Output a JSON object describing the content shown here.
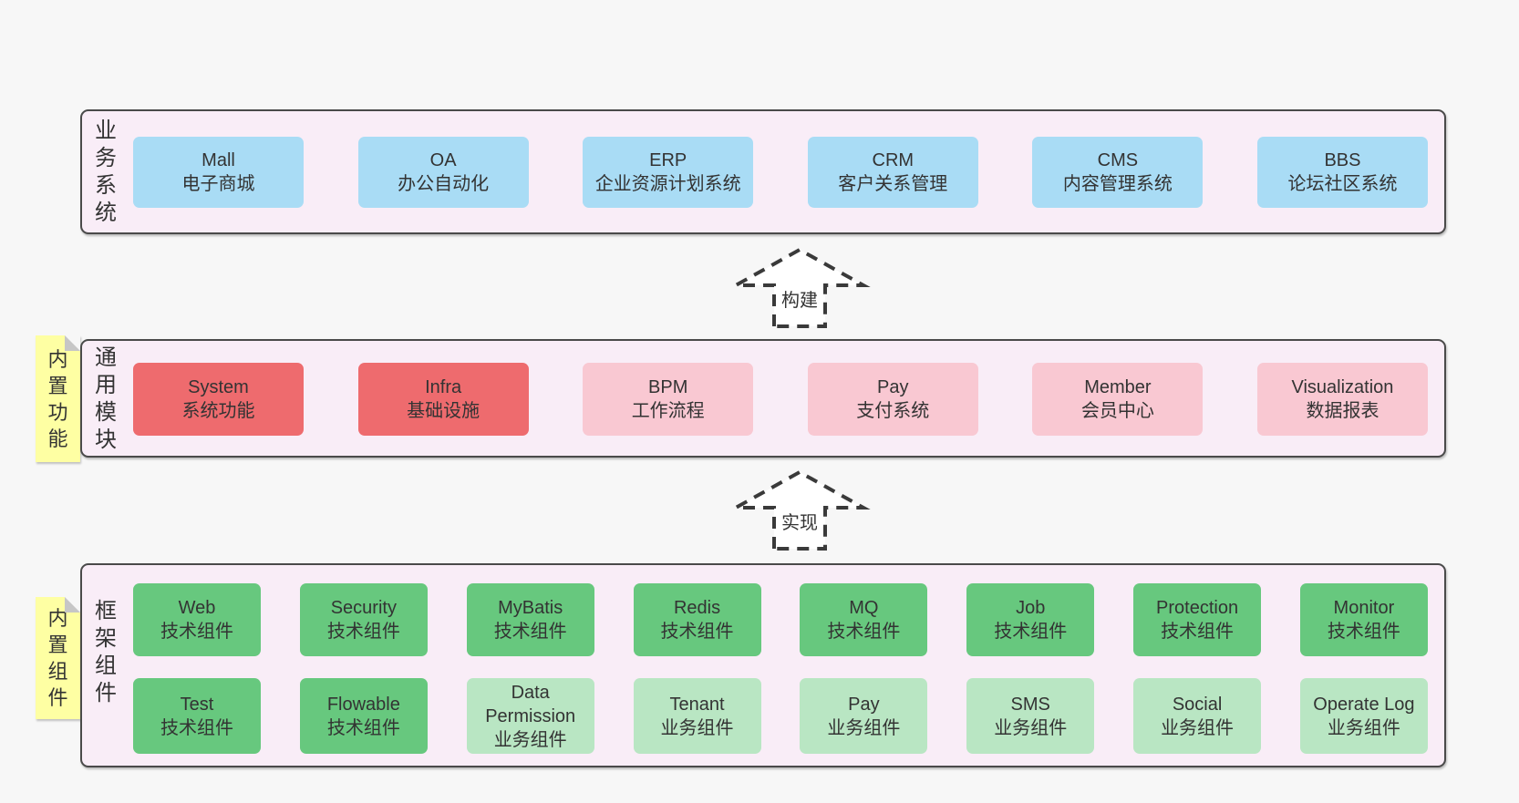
{
  "page": {
    "background": "#f7f7f7",
    "text_color": "#333333"
  },
  "colors": {
    "panel_fill": "#f9edf7",
    "panel_border": "#4a4a4a",
    "business_box": "#a9dcf5",
    "module_core_box": "#ee6b6e",
    "module_optional_box": "#f9c8d2",
    "tech_component_box": "#67c87e",
    "biz_component_box": "#b9e6c3",
    "sticky_note": "#feffa3",
    "arrow_stroke": "#3a3a3a"
  },
  "arrows": [
    {
      "label": "构建"
    },
    {
      "label": "实现"
    }
  ],
  "layers": {
    "business": {
      "label": "业务系统",
      "boxes": [
        {
          "title": "Mall",
          "subtitle": "电子商城",
          "variant": "blue"
        },
        {
          "title": "OA",
          "subtitle": "办公自动化",
          "variant": "blue"
        },
        {
          "title": "ERP",
          "subtitle": "企业资源计划系统",
          "variant": "blue"
        },
        {
          "title": "CRM",
          "subtitle": "客户关系管理",
          "variant": "blue"
        },
        {
          "title": "CMS",
          "subtitle": "内容管理系统",
          "variant": "blue"
        },
        {
          "title": "BBS",
          "subtitle": "论坛社区系统",
          "variant": "blue"
        }
      ]
    },
    "modules": {
      "label": "通用模块",
      "note": "内置功能",
      "boxes": [
        {
          "title": "System",
          "subtitle": "系统功能",
          "variant": "red"
        },
        {
          "title": "Infra",
          "subtitle": "基础设施",
          "variant": "red"
        },
        {
          "title": "BPM",
          "subtitle": "工作流程",
          "variant": "pink"
        },
        {
          "title": "Pay",
          "subtitle": "支付系统",
          "variant": "pink"
        },
        {
          "title": "Member",
          "subtitle": "会员中心",
          "variant": "pink"
        },
        {
          "title": "Visualization",
          "subtitle": "数据报表",
          "variant": "pink"
        }
      ]
    },
    "framework": {
      "label": "框架组件",
      "note": "内置组件",
      "row1": [
        {
          "title": "Web",
          "subtitle": "技术组件",
          "variant": "green"
        },
        {
          "title": "Security",
          "subtitle": "技术组件",
          "variant": "green"
        },
        {
          "title": "MyBatis",
          "subtitle": "技术组件",
          "variant": "green"
        },
        {
          "title": "Redis",
          "subtitle": "技术组件",
          "variant": "green"
        },
        {
          "title": "MQ",
          "subtitle": "技术组件",
          "variant": "green"
        },
        {
          "title": "Job",
          "subtitle": "技术组件",
          "variant": "green"
        },
        {
          "title": "Protection",
          "subtitle": "技术组件",
          "variant": "green"
        },
        {
          "title": "Monitor",
          "subtitle": "技术组件",
          "variant": "green"
        }
      ],
      "row2": [
        {
          "title": "Test",
          "subtitle": "技术组件",
          "variant": "green"
        },
        {
          "title": "Flowable",
          "subtitle": "技术组件",
          "variant": "green"
        },
        {
          "title": "Data Permission",
          "subtitle": "业务组件",
          "variant": "lightgreen"
        },
        {
          "title": "Tenant",
          "subtitle": "业务组件",
          "variant": "lightgreen"
        },
        {
          "title": "Pay",
          "subtitle": "业务组件",
          "variant": "lightgreen"
        },
        {
          "title": "SMS",
          "subtitle": "业务组件",
          "variant": "lightgreen"
        },
        {
          "title": "Social",
          "subtitle": "业务组件",
          "variant": "lightgreen"
        },
        {
          "title": "Operate Log",
          "subtitle": "业务组件",
          "variant": "lightgreen"
        }
      ]
    }
  }
}
